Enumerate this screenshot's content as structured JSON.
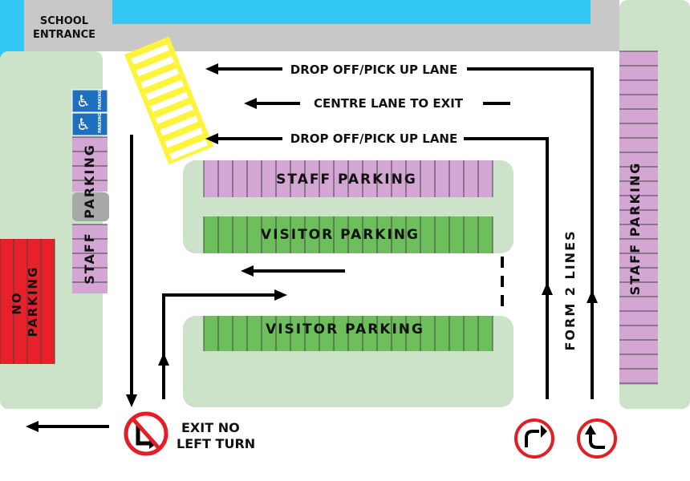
{
  "labels": {
    "school_entrance_1": "SCHOOL",
    "school_entrance_2": "ENTRANCE",
    "drop_off_top": "DROP OFF/PICK UP LANE",
    "centre_lane": "CENTRE LANE TO EXIT",
    "drop_off_mid": "DROP OFF/PICK UP LANE",
    "staff_parking_top": "STAFF PARKING",
    "visitor_parking_upper": "VISITOR PARKING",
    "visitor_parking_lower": "VISITOR PARKING",
    "staff_parking_right": "STAFF PARKING",
    "staff_left_1": "STAFF",
    "staff_left_2": "PARKING",
    "form_2_lines": "FORM 2 LINES",
    "no_parking_1": "NO",
    "no_parking_2": "PARKING",
    "exit_line_1": "EXIT NO",
    "exit_line_2": "LEFT TURN",
    "accessible_badge": "PARKING"
  },
  "icons": {
    "accessible": "wheelchair-icon",
    "no_left_turn": "no-left-turn-sign-icon",
    "turn_right": "turn-right-sign-icon",
    "turn_left": "turn-left-sign-icon"
  },
  "colors": {
    "water_blue": "#33c7f3",
    "sidewalk_gray": "#c8c8c8",
    "grass_green": "#cde3c9",
    "staff_pink": "#d4a6d4",
    "visitor_green": "#6dbf5b",
    "no_parking_red": "#e8202a",
    "crosswalk_yellow": "#fff33b",
    "accessible_blue": "#1f6fbf",
    "sign_red": "#e31e25"
  }
}
